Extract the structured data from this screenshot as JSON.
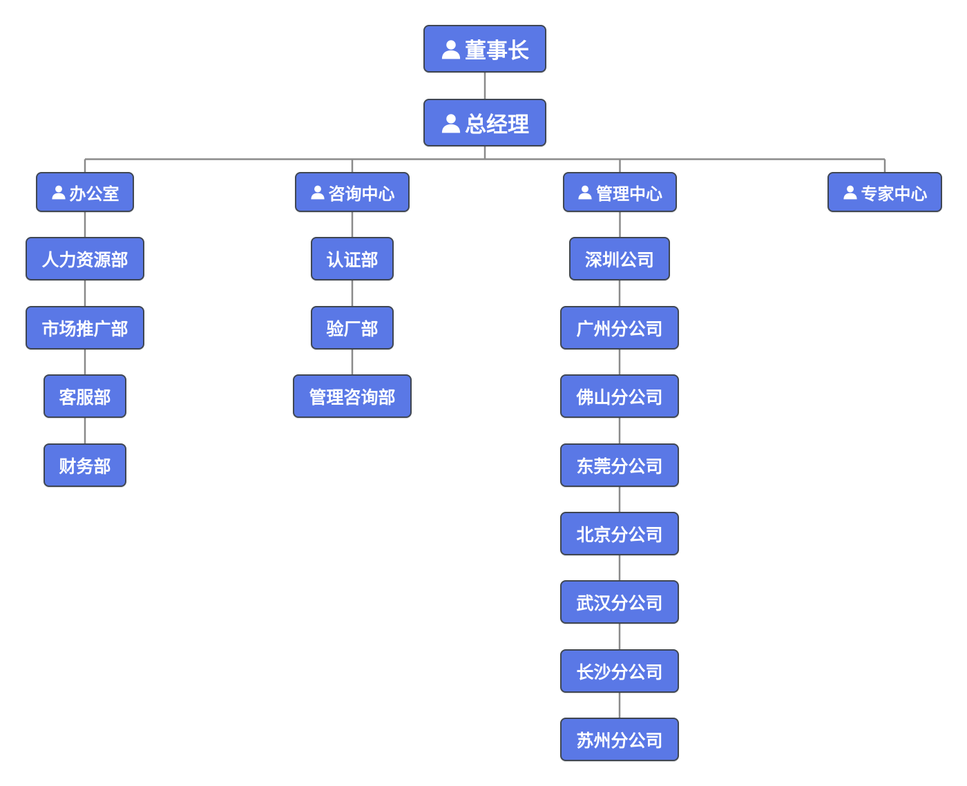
{
  "colors": {
    "node_fill": "#5a78e6",
    "node_border": "#3f4652",
    "node_text": "#ffffff",
    "connector": "#8a8a8a"
  },
  "nodes": {
    "chairman": {
      "label": "董事长",
      "icon": "person-icon"
    },
    "general_manager": {
      "label": "总经理",
      "icon": "person-icon"
    },
    "office": {
      "label": "办公室",
      "icon": "person-icon"
    },
    "consulting_center": {
      "label": "咨询中心",
      "icon": "person-icon"
    },
    "management_center": {
      "label": "管理中心",
      "icon": "person-icon"
    },
    "expert_center": {
      "label": "专家中心",
      "icon": "person-icon"
    },
    "hr": {
      "label": "人力资源部"
    },
    "marketing": {
      "label": "市场推广部"
    },
    "customer_service": {
      "label": "客服部"
    },
    "finance": {
      "label": "财务部"
    },
    "certification": {
      "label": "认证部"
    },
    "factory_audit": {
      "label": "验厂部"
    },
    "mgmt_consulting": {
      "label": "管理咨询部"
    },
    "shenzhen": {
      "label": "深圳公司"
    },
    "guangzhou": {
      "label": "广州分公司"
    },
    "foshan": {
      "label": "佛山分公司"
    },
    "dongguan": {
      "label": "东莞分公司"
    },
    "beijing": {
      "label": "北京分公司"
    },
    "wuhan": {
      "label": "武汉分公司"
    },
    "changsha": {
      "label": "长沙分公司"
    },
    "suzhou": {
      "label": "苏州分公司"
    }
  }
}
